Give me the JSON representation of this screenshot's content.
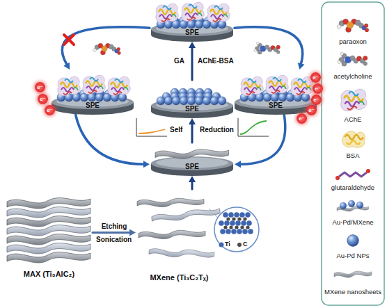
{
  "diagram": {
    "nodes": [
      {
        "text": [
          "SPE"
        ]
      },
      {
        "text": [
          "SPE"
        ]
      },
      {
        "text": [
          "SPE"
        ]
      },
      {
        "text": [
          "SPE"
        ]
      },
      {
        "text": [
          "SPE"
        ]
      },
      {
        "text": [
          "MAX (Ti₃AlC₂)"
        ]
      },
      {
        "text": [
          "MXene (Ti₃C₂Tₓ)"
        ]
      }
    ],
    "edges": [
      {
        "from": 5,
        "to": 6,
        "arrow": "to",
        "label": "Etching"
      },
      {
        "from": 6,
        "to": 4,
        "arrow": "to"
      },
      {
        "from": 4,
        "to": 2,
        "arrow": "to"
      },
      {
        "from": 2,
        "to": 0,
        "arrow": "to"
      },
      {
        "from": 0,
        "to": 1,
        "arrow": "to"
      },
      {
        "from": 0,
        "to": 3,
        "arrow": "to"
      },
      {
        "from": 1,
        "to": 4,
        "arrow": "to"
      },
      {
        "from": 3,
        "to": 4,
        "arrow": "to"
      }
    ],
    "labels": [
      "GA",
      "AChE-BSA",
      "Self",
      "Reduction",
      "Sonication",
      "Ti",
      "C",
      "e⁻",
      "e⁻",
      "e⁻",
      "e⁻",
      "e⁻",
      "e⁻",
      "e⁻",
      "e⁻"
    ],
    "legend": [
      {
        "text": "paraoxon"
      },
      {
        "text": "acetylcholine"
      },
      {
        "text": "AChE"
      },
      {
        "text": "BSA"
      },
      {
        "text": "glutaraldehyde"
      },
      {
        "text": "Au-Pd/MXene"
      },
      {
        "text": "Au-Pd NPs"
      },
      {
        "text": "MXene nanosheets"
      }
    ]
  }
}
